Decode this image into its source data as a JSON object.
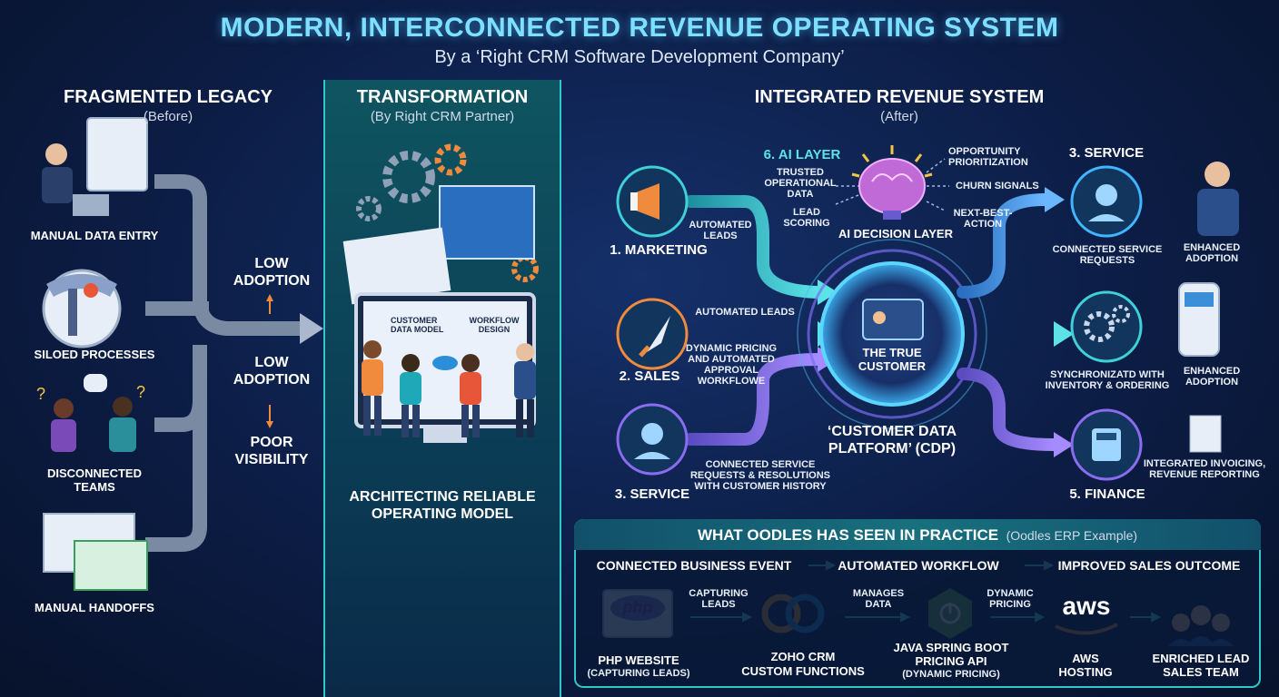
{
  "header": {
    "title": "MODERN, INTERCONNECTED REVENUE OPERATING SYSTEM",
    "subtitle": "By a ‘Right CRM Software Development Company’"
  },
  "legacy": {
    "title": "FRAGMENTED LEGACY",
    "subtitle": "(Before)",
    "items": [
      "MANUAL DATA ENTRY",
      "SILOED PROCESSES",
      "DISCONNECTED TEAMS",
      "MANUAL HANDOFFS"
    ],
    "outcomes": [
      "LOW ADOPTION",
      "LOW ADOPTION",
      "POOR VISIBILITY"
    ]
  },
  "transformation": {
    "title": "TRANSFORMATION",
    "subtitle": "(By Right CRM Partner)",
    "screen_labels": [
      "CUSTOMER DATA MODEL",
      "WORKFLOW DESIGN"
    ],
    "caption": "ARCHITECTING RELIABLE OPERATING MODEL"
  },
  "integrated": {
    "title": "INTEGRATED REVENUE SYSTEM",
    "subtitle": "(After)",
    "ai_layer": {
      "label": "6. AI LAYER",
      "name": "AI DECISION LAYER",
      "left_labels": [
        "TRUSTED OPERATIONAL DATA",
        "LEAD SCORING"
      ],
      "right_labels": [
        "OPPORTUNITY PRIORITIZATION",
        "CHURN SIGNALS",
        "NEXT-BEST-ACTION"
      ]
    },
    "hub": {
      "label": "THE TRUE CUSTOMER",
      "platform": "‘CUSTOMER DATA PLATFORM’ (CDP)"
    },
    "inputs": [
      {
        "label": "1. MARKETING",
        "flow": "AUTOMATED LEADS"
      },
      {
        "label": "2. SALES",
        "flow": "AUTOMATED LEADS",
        "flow2": "DYNAMIC PRICING AND AUTOMATED APPROVAL WORKFLOWE"
      },
      {
        "label": "3. SERVICE",
        "flow": "CONNECTED SERVICE REQUESTS & RESOLUTIONS WITH CUSTOMER HISTORY"
      }
    ],
    "outputs": [
      {
        "label": "3. SERVICE",
        "flow": "CONNECTED SERVICE REQUESTS",
        "result": "ENHANCED ADOPTION"
      },
      {
        "label": "",
        "flow": "SYNCHRONIZATD WITH INVENTORY & ORDERING",
        "result": "ENHANCED ADOPTION"
      },
      {
        "label": "5. FINANCE",
        "flow": "",
        "result": "INTEGRATED INVOICING, REVENUE REPORTING"
      }
    ]
  },
  "oodles": {
    "title": "WHAT OODLES HAS SEEN IN PRACTICE",
    "title_suffix": "(Oodles ERP Example)",
    "stages": [
      "CONNECTED BUSINESS EVENT",
      "AUTOMATED WORKFLOW",
      "IMPROVED SALES OUTCOME"
    ],
    "steps": [
      {
        "icon": "php",
        "label": "PHP WEBSITE",
        "sub": "(CAPTURING LEADS)"
      },
      {
        "icon": "zoho",
        "label": "ZOHO CRM",
        "sub": "CUSTOM FUNCTIONS"
      },
      {
        "icon": "spring",
        "label": "JAVA SPRING BOOT",
        "sub": "PRICING API",
        "sub2": "(DYNAMIC PRICING)"
      },
      {
        "icon": "aws",
        "label": "AWS",
        "sub": "HOSTING"
      },
      {
        "icon": "team",
        "label": "ENRICHED LEAD",
        "sub": "SALES TEAM"
      }
    ],
    "connectors": [
      "CAPTURING LEADS",
      "MANAGES DATA",
      "DYNAMIC PRICING"
    ],
    "php_logo": "php",
    "aws_logo": "aws"
  },
  "colors": {
    "accent": "#7ee0ff",
    "teal": "#2fc7c7",
    "purple": "#8b6cf0",
    "orange": "#f08a3c"
  }
}
